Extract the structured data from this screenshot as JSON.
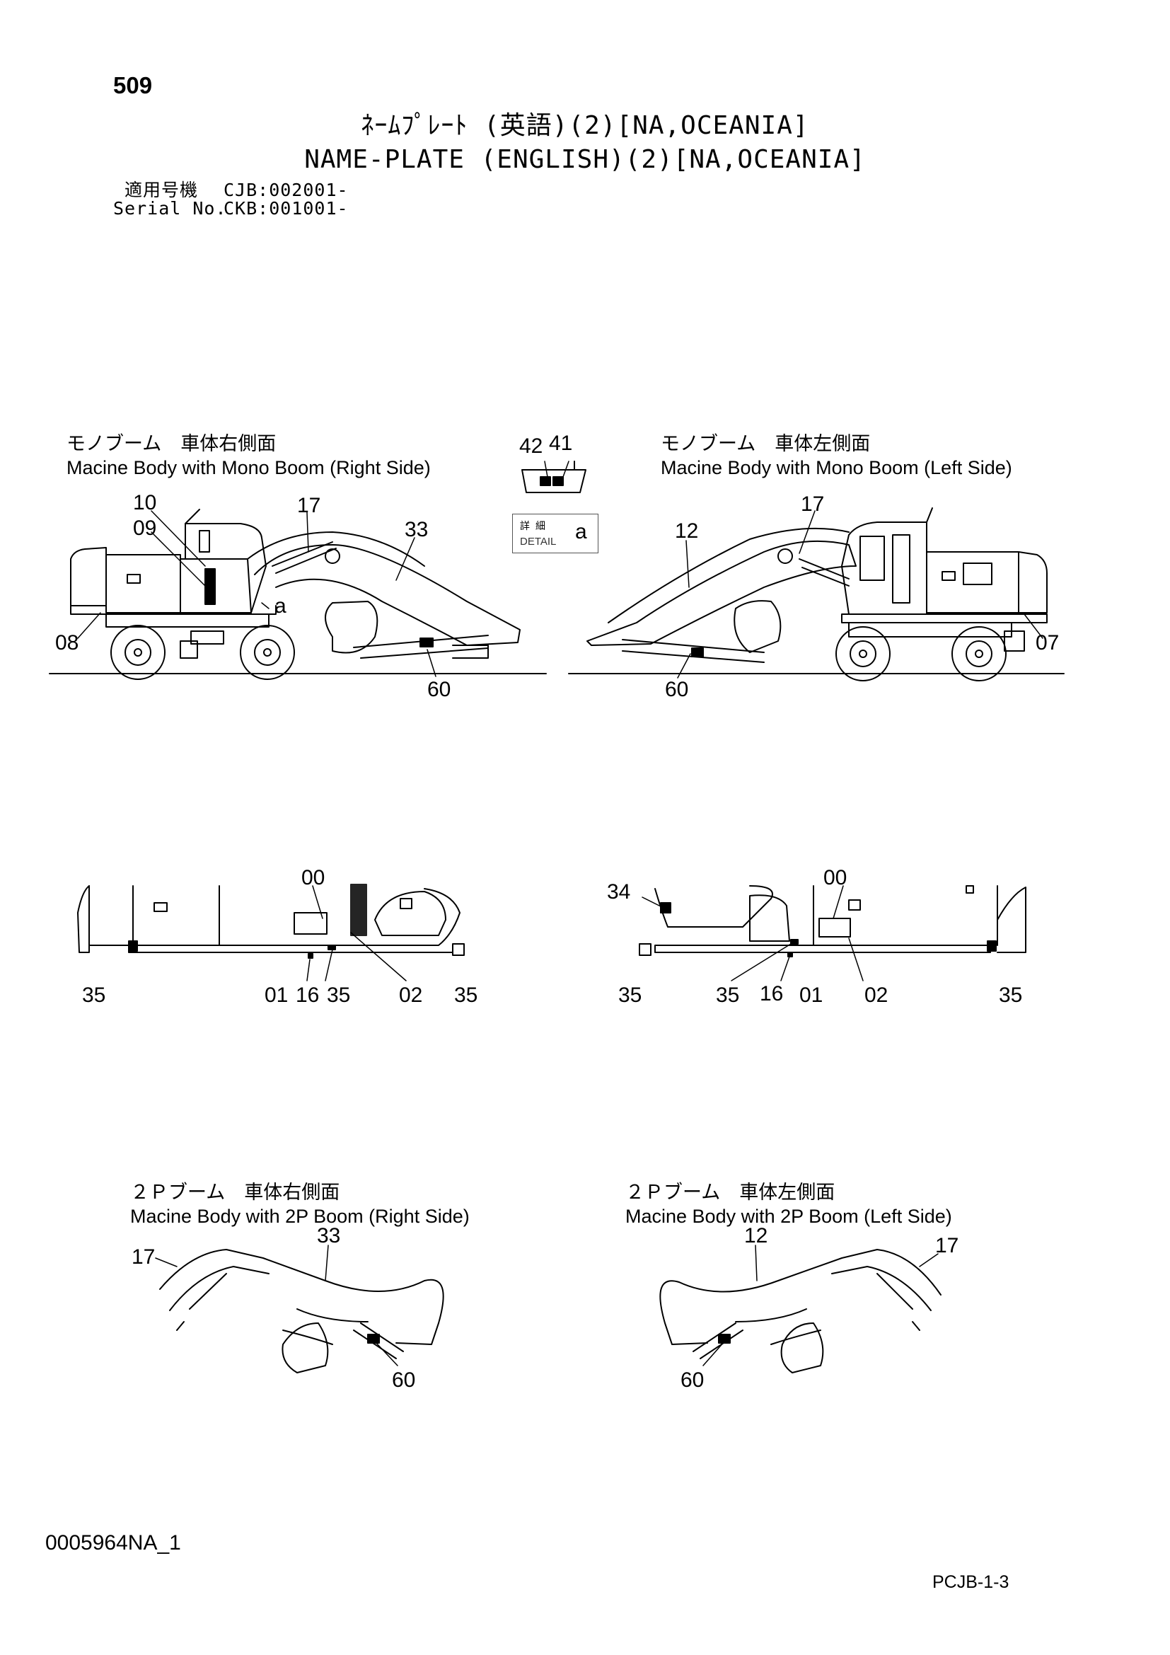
{
  "header": {
    "page_number": "509",
    "title_jp": "ﾈｰﾑﾌﾟﾚｰﾄ (英語)(2)[NA,OCEANIA]",
    "title_en": "NAME-PLATE (ENGLISH)(2)[NA,OCEANIA]",
    "serial_label_jp": "適用号機",
    "serial_label_en": "Serial No.",
    "serial_1": "CJB:002001-",
    "serial_2": "CKB:001001-"
  },
  "views": {
    "mono_right": {
      "caption_jp": "モノブーム　車体右側面",
      "caption_en": "Macine Body with Mono Boom (Right Side)"
    },
    "mono_left": {
      "caption_jp": "モノブーム　車体左側面",
      "caption_en": "Macine Body with Mono Boom (Left Side)"
    },
    "two_p_right": {
      "caption_jp": "２Ｐブーム　車体右側面",
      "caption_en": "Macine Body with 2P Boom (Right Side)"
    },
    "two_p_left": {
      "caption_jp": "２Ｐブーム　車体左側面",
      "caption_en": "Macine Body with 2P Boom (Left Side)"
    }
  },
  "detail": {
    "label_jp": "詳細",
    "label_en": "DETAIL",
    "letter": "a"
  },
  "callouts": {
    "mono_right": [
      "10",
      "09",
      "17",
      "33",
      "08",
      "a",
      "60"
    ],
    "mono_left": [
      "12",
      "17",
      "07",
      "60"
    ],
    "detail_top": [
      "42",
      "41"
    ],
    "lower_right": [
      "00",
      "35",
      "01",
      "16",
      "35",
      "02",
      "35"
    ],
    "lower_left": [
      "34",
      "00",
      "35",
      "35",
      "16",
      "01",
      "02",
      "35"
    ],
    "two_p_right": [
      "33",
      "17",
      "60"
    ],
    "two_p_left": [
      "12",
      "17",
      "60"
    ]
  },
  "footer": {
    "doc_code": "0005964NA_1",
    "sheet_code": "PCJB-1-3"
  }
}
